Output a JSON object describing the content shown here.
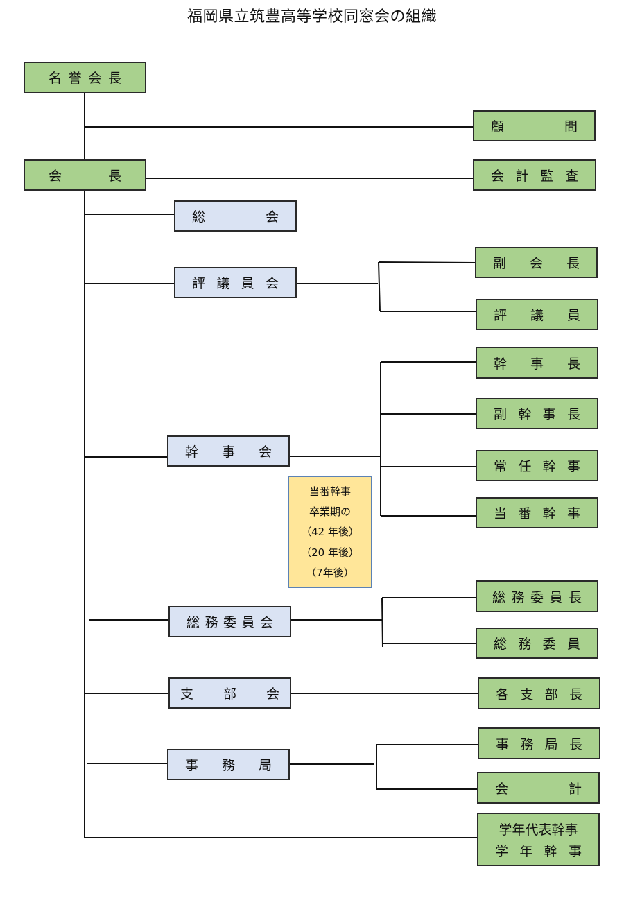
{
  "title": "福岡県立筑豊高等学校同窓会の組織",
  "left_column": {
    "honorary_president": [
      "名",
      "誉",
      "会",
      "長"
    ],
    "president": [
      "会",
      "長"
    ]
  },
  "right_top": {
    "advisor": [
      "顧",
      "問"
    ],
    "auditor": [
      "会",
      "計",
      "監",
      "査"
    ]
  },
  "councils": {
    "general_assembly": [
      "総",
      "会"
    ],
    "board_of_councillors": [
      "評",
      "議",
      "員",
      "会"
    ],
    "secretaries_council": [
      "幹",
      "事",
      "会"
    ],
    "general_affairs_committee": [
      "総",
      "務",
      "委",
      "員",
      "会"
    ],
    "branch_council": [
      "支",
      "部",
      "会"
    ],
    "secretariat": [
      "事",
      "務",
      "局"
    ]
  },
  "roles": {
    "vice_president": [
      "副",
      "会",
      "長"
    ],
    "councillor": [
      "評",
      "議",
      "員"
    ],
    "chief_secretary": [
      "幹",
      "事",
      "長"
    ],
    "vice_chief_secretary": [
      "副",
      "幹",
      "事",
      "長"
    ],
    "standing_secretary": [
      "常",
      "任",
      "幹",
      "事"
    ],
    "duty_secretary": [
      "当",
      "番",
      "幹",
      "事"
    ],
    "general_affairs_chair": [
      "総",
      "務",
      "委",
      "員",
      "長"
    ],
    "general_affairs_member": [
      "総",
      "務",
      "委",
      "員"
    ],
    "branch_heads": [
      "各",
      "支",
      "部",
      "長"
    ],
    "secretariat_head": [
      "事",
      "務",
      "局",
      "長"
    ],
    "treasurer": [
      "会",
      "計"
    ],
    "grade_rep_line1": "学年代表幹事",
    "grade_rep_line2": [
      "学",
      "年",
      "幹",
      "事"
    ]
  },
  "note": {
    "lines": [
      "当番幹事",
      "卒業期の",
      "（42 年後）",
      "（20 年後）",
      "（7年後）"
    ]
  }
}
